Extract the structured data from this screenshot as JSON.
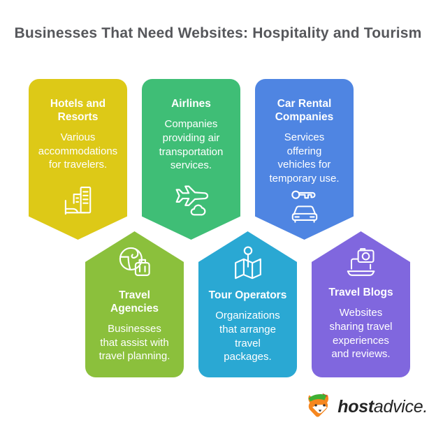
{
  "title": "Businesses That Need Websites: Hospitality and Tourism",
  "title_color": "#56575b",
  "background": "#ffffff",
  "cards": [
    {
      "id": "hotels-and-resorts",
      "title": "Hotels and\nResorts",
      "desc": "Various\naccommodations\nfor travelers.",
      "color": "#ddc917",
      "icon": "hotel-bed-buildings-icon",
      "row": "top"
    },
    {
      "id": "airlines",
      "title": "Airlines",
      "desc": "Companies\nproviding air\ntransportation\nservices.",
      "color": "#3fbe76",
      "icon": "airplane-cloud-icon",
      "row": "top"
    },
    {
      "id": "car-rental-companies",
      "title": "Car Rental\nCompanies",
      "desc": "Services\noffering\nvehicles for\ntemporary use.",
      "color": "#4f85e2",
      "icon": "car-key-icon",
      "row": "top"
    },
    {
      "id": "travel-agencies",
      "title": "Travel\nAgencies",
      "desc": "Businesses\nthat assist with\ntravel planning.",
      "color": "#8bc03c",
      "icon": "globe-suitcase-icon",
      "row": "bottom"
    },
    {
      "id": "tour-operators",
      "title": "Tour Operators",
      "desc": "Organizations\nthat arrange\ntravel\npackages.",
      "color": "#2aa8d3",
      "icon": "map-pin-icon",
      "row": "bottom"
    },
    {
      "id": "travel-blogs",
      "title": "Travel Blogs",
      "desc": "Websites\nsharing travel\nexperiences\nand reviews.",
      "color": "#8067de",
      "icon": "laptop-camera-icon",
      "row": "bottom"
    }
  ],
  "logo": {
    "mascot": "fox-mascot-icon",
    "brand_bold": "host",
    "brand_regular": "advice."
  }
}
